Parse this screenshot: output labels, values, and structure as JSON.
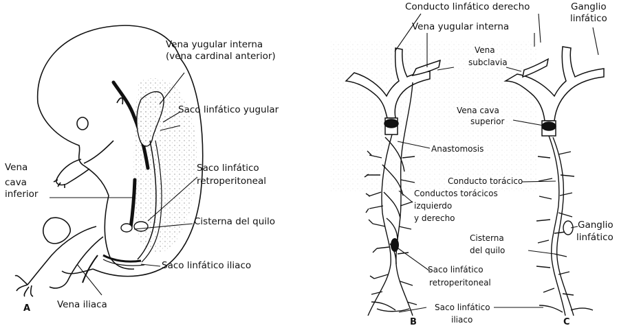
{
  "panels": {
    "a": {
      "letter": "A",
      "labels": {
        "vena_yugular_interna_line1": "Vena yugular interna",
        "vena_yugular_interna_line2": "(vena cardinal anterior)",
        "saco_linfatico_yugular": "Saco linfático yugular",
        "vena_cava_inferior_line1": "Vena",
        "vena_cava_inferior_line2": "cava",
        "vena_cava_inferior_line3": "inferior",
        "saco_retroperitoneal_line1": "Saco linfático",
        "saco_retroperitoneal_line2": "retroperitoneal",
        "cisterna_del_quilo": "Cisterna del quilo",
        "saco_linfatico_iliaco": "Saco linfático iliaco",
        "vena_iliaca": "Vena iliaca"
      }
    },
    "b": {
      "letter": "B",
      "labels": {
        "conducto_linfatico_derecho": "Conducto linfático derecho",
        "vena_yugular_interna": "Vena yugular interna",
        "vena_subclavia_line1": "Vena",
        "vena_subclavia_line2": "subclavia",
        "vena_cava_superior_line1": "Vena cava",
        "vena_cava_superior_line2": "superior",
        "anastomosis": "Anastomosis",
        "conductos_toracicos_line1": "Conductos torácicos",
        "conductos_toracicos_line2": "izquierdo",
        "conductos_toracicos_line3": "y derecho",
        "saco_retroperitoneal_line1": "Saco linfático",
        "saco_retroperitoneal_line2": "retroperitoneal",
        "saco_iliaco_line1": "Saco linfático",
        "saco_iliaco_line2": "iliaco"
      }
    },
    "c": {
      "letter": "C",
      "labels": {
        "ganglio_linfatico_top_line1": "Ganglio",
        "ganglio_linfatico_top_line2": "linfático",
        "conducto_toracico": "Conducto torácico",
        "ganglio_linfatico_side_line1": "Ganglio",
        "ganglio_linfatico_side_line2": "linfático",
        "cisterna_line1": "Cisterna",
        "cisterna_line2": "del quilo"
      }
    }
  }
}
